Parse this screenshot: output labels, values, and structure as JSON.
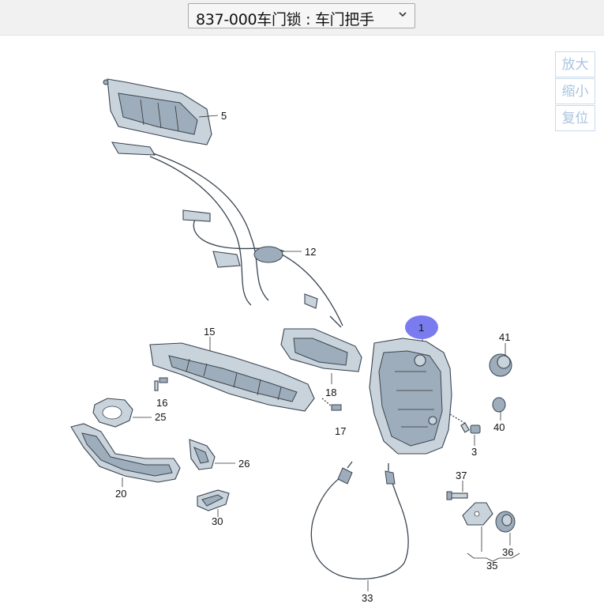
{
  "header": {
    "selector_value": "837-000车门锁 : 车门把手"
  },
  "zoom_controls": {
    "zoom_in": "放大",
    "zoom_out": "缩小",
    "reset": "复位"
  },
  "diagram": {
    "highlight_color": "#7b7bf0",
    "callouts": {
      "c1": "1",
      "c3": "3",
      "c5": "5",
      "c12": "12",
      "c15": "15",
      "c16": "16",
      "c17": "17",
      "c18": "18",
      "c20": "20",
      "c25": "25",
      "c26": "26",
      "c30": "30",
      "c33": "33",
      "c35": "35",
      "c36": "36",
      "c37": "37",
      "c40": "40",
      "c41": "41"
    }
  }
}
